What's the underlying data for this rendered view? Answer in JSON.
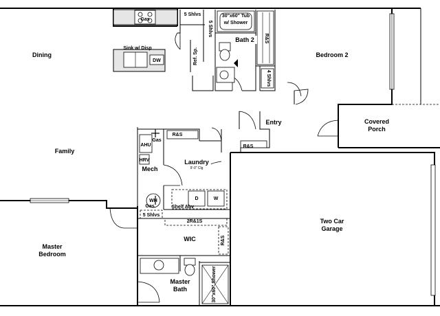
{
  "rooms": {
    "dining": "Dining",
    "family": "Family",
    "master_bedroom_line1": "Master",
    "master_bedroom_line2": "Bedroom",
    "bedroom2": "Bedroom 2",
    "bath2": "Bath 2",
    "entry": "Entry",
    "covered_porch_line1": "Covered",
    "covered_porch_line2": "Porch",
    "garage_line1": "Two Car",
    "garage_line2": "Garage",
    "laundry": "Laundry",
    "laundry_ceiling": "9'-0\" Clg",
    "mech": "Mech",
    "wic": "WIC",
    "master_bath_line1": "Master",
    "master_bath_line2": "Bath"
  },
  "fixtures": {
    "gas_range": "Gas",
    "sink": "Sink w/ Disp",
    "dw": "DW",
    "ref_sp": "Ref. Sp.",
    "five_shlvs_top": "5 Shlvs",
    "five_shlvs_vert": "5 Shlvs",
    "tub": "30\"x60\" Tub",
    "tub_shower": "w/ Shower",
    "rs_bath2": "R&S",
    "four_shlvs": "4 Shlvs",
    "rs_mech": "R&S",
    "gas_mech": "Gas",
    "ahu": "AHU",
    "hrv": "HRV",
    "wh": "WH",
    "gas_wh": "Gas",
    "dryer": "D",
    "washer": "W",
    "shelf_abv": "Shelf Abv",
    "rs_entry": "R&S",
    "five_shlvs_wic": "5 Shlvs",
    "two_rs": "2R&1S",
    "rs_wic": "R&S",
    "shower": "30\"x60\" Shower"
  }
}
